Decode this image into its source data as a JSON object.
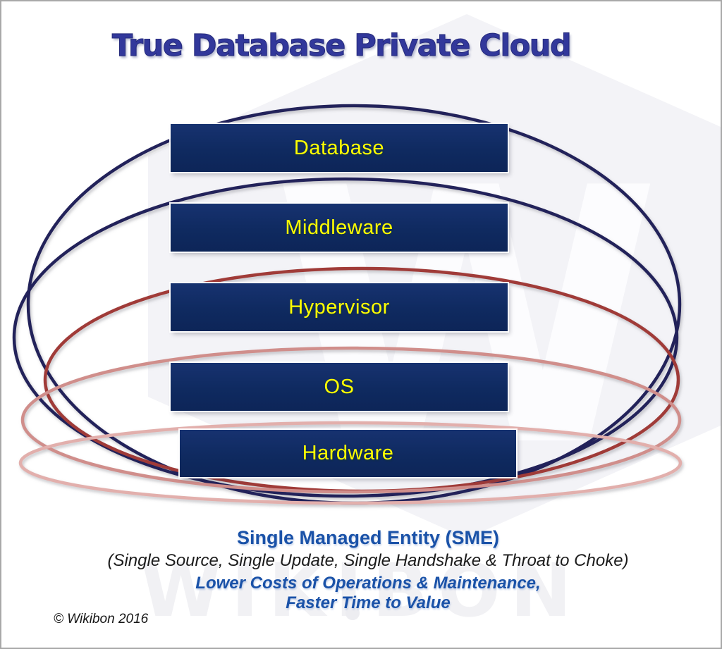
{
  "title": "True Database Private Cloud",
  "layers": [
    {
      "label": "Database"
    },
    {
      "label": "Middleware"
    },
    {
      "label": "Hypervisor"
    },
    {
      "label": "OS"
    },
    {
      "label": "Hardware"
    }
  ],
  "rings": [
    {
      "name": "ring-navy-outer",
      "color": "#23205a",
      "encloses": [
        "Database",
        "Middleware",
        "Hypervisor",
        "OS",
        "Hardware"
      ]
    },
    {
      "name": "ring-navy-inner",
      "color": "#23205a",
      "encloses": [
        "Middleware",
        "Hypervisor",
        "OS",
        "Hardware"
      ]
    },
    {
      "name": "ring-dark-red",
      "color": "#a03b38",
      "encloses": [
        "Hypervisor",
        "OS",
        "Hardware"
      ]
    },
    {
      "name": "ring-medium-pink",
      "color": "#d08e8b",
      "encloses": [
        "OS",
        "Hardware"
      ]
    },
    {
      "name": "ring-light-pink",
      "color": "#e2afac",
      "encloses": [
        "Hardware"
      ]
    }
  ],
  "footer": {
    "heading": "Single Managed Entity (SME)",
    "subheading": "(Single Source, Single Update, Single Handshake & Throat to Choke)",
    "benefit_line1": "Lower Costs of Operations & Maintenance,",
    "benefit_line2": "Faster Time to Value"
  },
  "copyright": "© Wikibon 2016",
  "watermark": {
    "letter": "W",
    "text": "WIKIBON"
  },
  "colors": {
    "title_blue": "#32389b",
    "box_fill": "#0f2a60",
    "box_text_yellow": "#ffff00",
    "footer_blue": "#1a52a8",
    "navy_ring": "#23205a",
    "dark_red_ring": "#a03b38",
    "medium_pink_ring": "#d08e8b",
    "light_pink_ring": "#e2afac"
  }
}
